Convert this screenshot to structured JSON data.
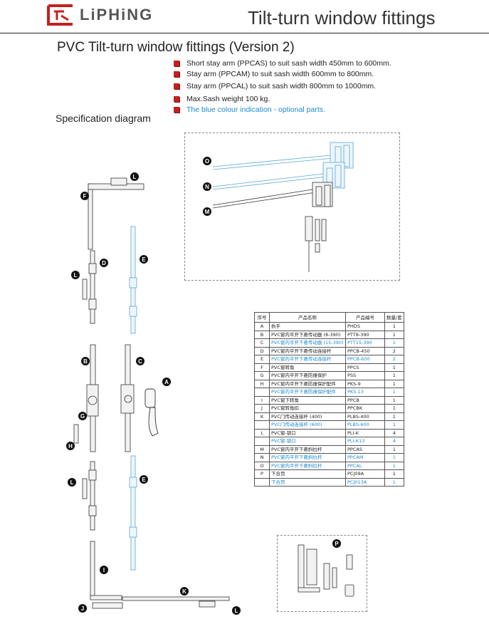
{
  "header": {
    "brand": "LiPHiNG",
    "title": "Tilt-turn window fittings"
  },
  "section_title": "PVC Tilt-turn window fittings (Version 2)",
  "features": [
    {
      "text": "Short stay arm (PPCAS) to suit sash width 450mm to 600mm.",
      "blue": false
    },
    {
      "text": "Stay arm (PPCAM) to suit sash width 600mm to 800mm.",
      "blue": false
    },
    {
      "text": "Stay arm (PPCAL) to suit sash width 800mm to 1000mm.",
      "blue": false
    },
    {
      "text": "Max.Sash weight 100 kg.",
      "blue": false
    },
    {
      "text": "The blue colour indication - optional parts.",
      "blue": true
    }
  ],
  "spec_title": "Specification diagram",
  "colors": {
    "accent_red": "#c32020",
    "optional_blue": "#1c8ad0"
  },
  "diagram_labels": {
    "O": "O",
    "N": "N",
    "M": "M",
    "L": "L",
    "F": "F",
    "D": "D",
    "E": "E",
    "B": "B",
    "C": "C",
    "A": "A",
    "G": "G",
    "H": "H",
    "I": "I",
    "J": "J",
    "K": "K",
    "P": "P"
  },
  "table": {
    "headers": [
      "序号",
      "产品名称",
      "产品编号",
      "数量/套"
    ],
    "rows": [
      {
        "id": "A",
        "name": "执手",
        "code": "PHDS",
        "qty": "1",
        "blue": false
      },
      {
        "id": "B",
        "name": "PVC窗内平开下悬传动器 (8-390)",
        "code": "PTT8-390",
        "qty": "1",
        "blue": false
      },
      {
        "id": "C",
        "name": "PVC窗内平开下悬传动器 (15-390)",
        "code": "PTT15-390",
        "qty": "1",
        "blue": true
      },
      {
        "id": "D",
        "name": "PVC窗内平开下悬传动连接杆",
        "code": "PPCB-450",
        "qty": "2",
        "blue": false
      },
      {
        "id": "E",
        "name": "PVC窗内平开下悬传动连接杆",
        "code": "PPCB-600",
        "qty": "2",
        "blue": true
      },
      {
        "id": "F",
        "name": "PVC窗转角",
        "code": "PPCS",
        "qty": "1",
        "blue": false
      },
      {
        "id": "G",
        "name": "PVC窗内平开下悬防撞保护",
        "code": "PSS",
        "qty": "1",
        "blue": false
      },
      {
        "id": "H",
        "name": "PVC窗内平开下悬防撞保护配件",
        "code": "PKS-9",
        "qty": "1",
        "blue": false
      },
      {
        "id": "",
        "name": "PVC窗内平开下悬防撞保护配件",
        "code": "PKS-13",
        "qty": "1",
        "blue": true
      },
      {
        "id": "I",
        "name": "PVC窗下转角",
        "code": "PPCB",
        "qty": "1",
        "blue": false
      },
      {
        "id": "J",
        "name": "PVC窗转角扣",
        "code": "PPCBK",
        "qty": "1",
        "blue": false
      },
      {
        "id": "K",
        "name": "PVC门传动连接杆 (400)",
        "code": "PLBS-400",
        "qty": "1",
        "blue": false
      },
      {
        "id": "",
        "name": "PVC门传动连接杆 (600)",
        "code": "PLBS-600",
        "qty": "1",
        "blue": true
      },
      {
        "id": "L",
        "name": "PVC窗-锁口",
        "code": "PLI-K",
        "qty": "4",
        "blue": false
      },
      {
        "id": "",
        "name": "PVC窗-锁口",
        "code": "PLI-K13",
        "qty": "4",
        "blue": true
      },
      {
        "id": "M",
        "name": "PVC窗内平开下悬斜拉杆",
        "code": "PPCAS",
        "qty": "1",
        "blue": false
      },
      {
        "id": "N",
        "name": "PVC窗内平开下悬斜拉杆",
        "code": "PPCAM",
        "qty": "1",
        "blue": true
      },
      {
        "id": "O",
        "name": "PVC窗内平开下悬斜拉杆",
        "code": "PPCAL",
        "qty": "1",
        "blue": true
      },
      {
        "id": "P",
        "name": "下合页",
        "code": "PCJ09A",
        "qty": "1",
        "blue": false
      },
      {
        "id": "",
        "name": "下合页",
        "code": "PCJ013A",
        "qty": "1",
        "blue": true
      }
    ]
  }
}
